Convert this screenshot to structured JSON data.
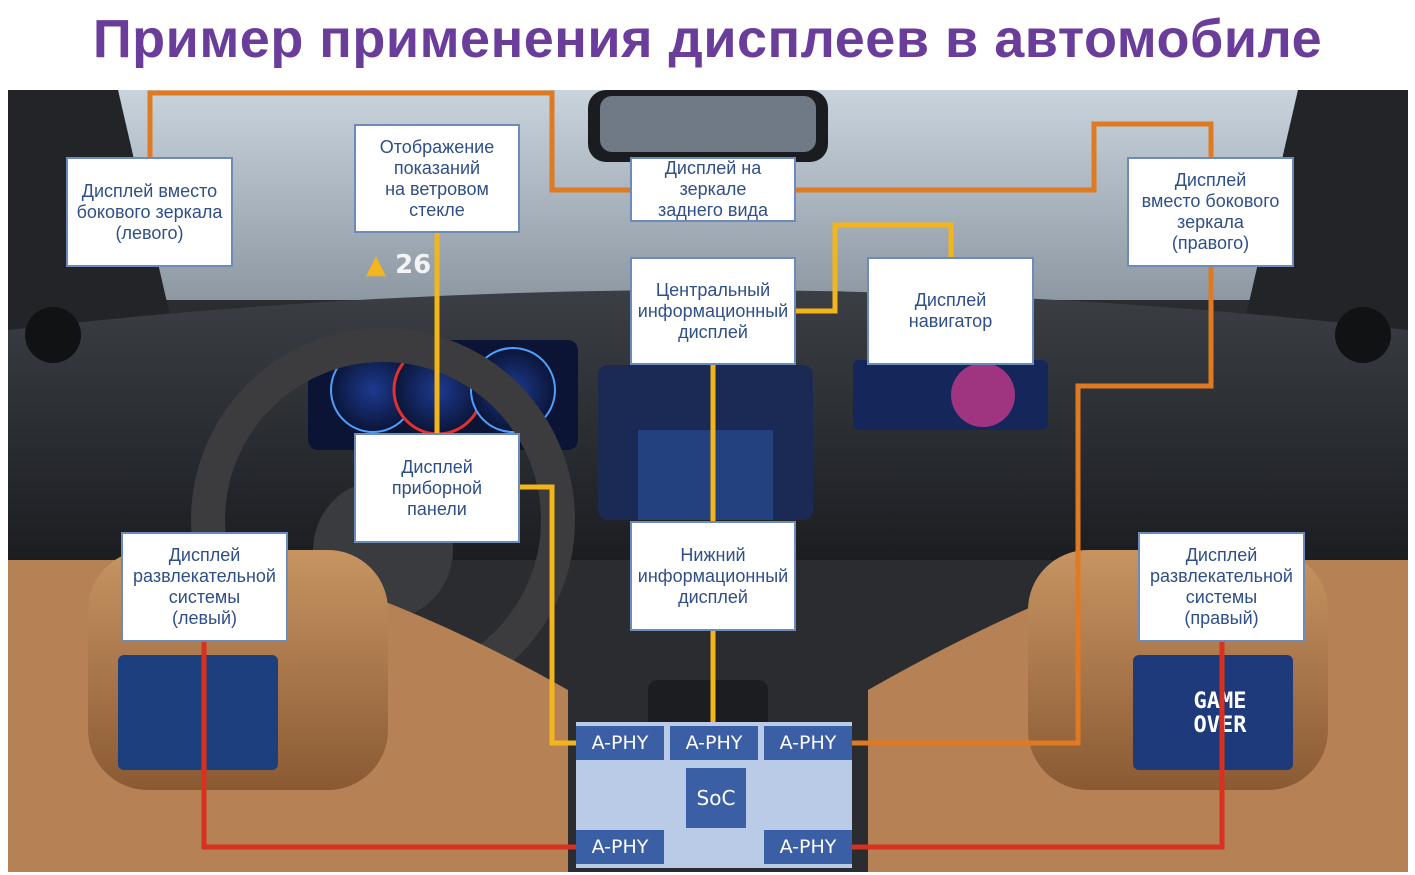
{
  "title": "Пример применения дисплеев в автомобиле",
  "colors": {
    "title": "#6a3d9a",
    "box_border": "#6d8bb8",
    "box_text": "#2f4f88",
    "phy_fill": "#3a5fa5",
    "soc_panel": "#b9cbe6",
    "wire_orange": "#e07a22",
    "wire_yellow": "#f2b51c",
    "wire_red": "#d8311f"
  },
  "boxes": {
    "left_mirror": "Дисплей вместо\nбокового зеркала\n(левого)",
    "hud": "Отображение\nпоказаний\nна ветровом\nстекле",
    "rear_view": "Дисплей на зеркале\nзаднего вида",
    "right_mirror": "Дисплей\nвместо бокового\nзеркала\n(правого)",
    "central_info": "Центральный\nинформационный\nдисплей",
    "navigator": "Дисплей\nнавигатор",
    "instrument": "Дисплей\nприборной\nпанели",
    "lower_info": "Нижний\nинформационный\nдисплей",
    "ent_left": "Дисплей\nразвлекательной\nсистемы\n(левый)",
    "ent_right": "Дисплей\nразвлекательной\nсистемы\n(правый)"
  },
  "soc": {
    "phy_label": "A-PHY",
    "soc_label": "SoC"
  },
  "scene_text": {
    "hud_speed": "26",
    "game_over": "GAME\nOVER"
  }
}
